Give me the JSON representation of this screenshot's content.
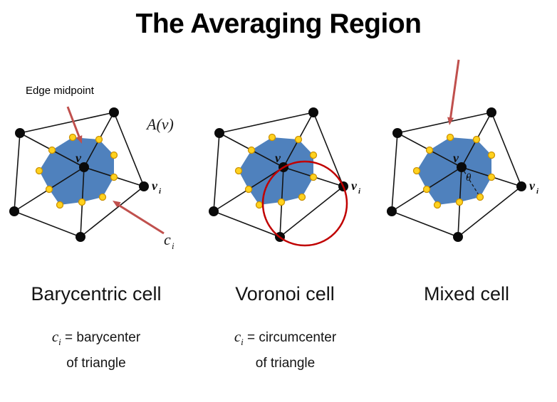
{
  "title": "The Averaging Region",
  "annotations": {
    "edge_midpoint": "Edge midpoint",
    "area_label": "A(v)",
    "center_vertex": "v",
    "neighbor_base": "v",
    "neighbor_sub": "i",
    "ci_base": "c",
    "ci_sub": "i",
    "theta": "θ"
  },
  "cells": [
    {
      "title": "Barycentric cell",
      "formula_base": "c",
      "formula_sub": "i",
      "formula_rest": " = barycenter",
      "formula_line2": "of triangle"
    },
    {
      "title": "Voronoi cell",
      "formula_base": "c",
      "formula_sub": "i",
      "formula_rest": " = circumcenter",
      "formula_line2": "of triangle"
    },
    {
      "title": "Mixed cell"
    }
  ],
  "colors": {
    "region_fill": "#4f81bd",
    "marker_fill": "#ffd21f",
    "marker_stroke": "#cc9200",
    "vertex_color": "#0a0a0a",
    "arrow_color": "#c0504d",
    "circumcircle_color": "#c00000"
  }
}
